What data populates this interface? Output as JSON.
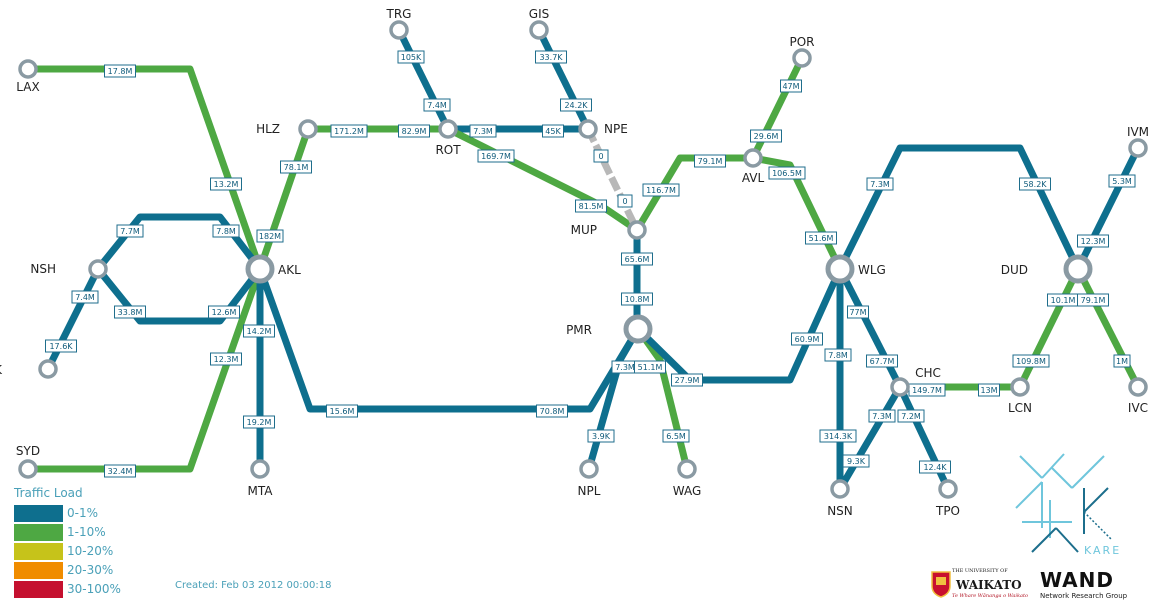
{
  "colors": {
    "load_0_1": "#0e6f8e",
    "load_1_10": "#4ea843",
    "load_10_20": "#c6c31a",
    "load_20_30": "#f08c00",
    "load_30_100": "#c5102f",
    "unknown": "#b8b8b8",
    "node_ring": "#8a9aa3"
  },
  "nodes": [
    {
      "id": "LAX",
      "label": "LAX",
      "size": "small"
    },
    {
      "id": "TRG",
      "label": "TRG",
      "size": "small"
    },
    {
      "id": "GIS",
      "label": "GIS",
      "size": "small"
    },
    {
      "id": "POR",
      "label": "POR",
      "size": "small"
    },
    {
      "id": "IVM",
      "label": "IVM",
      "size": "small"
    },
    {
      "id": "HLZ",
      "label": "HLZ",
      "size": "small"
    },
    {
      "id": "ROT",
      "label": "ROT",
      "size": "small"
    },
    {
      "id": "NPE",
      "label": "NPE",
      "size": "small"
    },
    {
      "id": "AVL",
      "label": "AVL",
      "size": "small"
    },
    {
      "id": "MUP",
      "label": "MUP",
      "size": "small"
    },
    {
      "id": "NSH",
      "label": "NSH",
      "size": "small"
    },
    {
      "id": "AKL",
      "label": "AKL",
      "size": "large"
    },
    {
      "id": "WLG",
      "label": "WLG",
      "size": "large"
    },
    {
      "id": "DUD",
      "label": "DUD",
      "size": "large"
    },
    {
      "id": "PMR",
      "label": "PMR",
      "size": "large"
    },
    {
      "id": "WRK",
      "label": "WRK",
      "size": "small"
    },
    {
      "id": "CHC",
      "label": "CHC",
      "size": "small"
    },
    {
      "id": "LCN",
      "label": "LCN",
      "size": "small"
    },
    {
      "id": "IVC",
      "label": "IVC",
      "size": "small"
    },
    {
      "id": "SYD",
      "label": "SYD",
      "size": "small"
    },
    {
      "id": "MTA",
      "label": "MTA",
      "size": "small"
    },
    {
      "id": "NPL",
      "label": "NPL",
      "size": "small"
    },
    {
      "id": "WAG",
      "label": "WAG",
      "size": "small"
    },
    {
      "id": "NSN",
      "label": "NSN",
      "size": "small"
    },
    {
      "id": "TPO",
      "label": "TPO",
      "size": "small"
    }
  ],
  "links": [
    {
      "id": "lax-akl",
      "load": "load_1_10"
    },
    {
      "id": "syd-akl",
      "load": "load_1_10"
    },
    {
      "id": "hlz-akl",
      "load": "load_1_10"
    },
    {
      "id": "akl-mta",
      "load": "load_0_1"
    },
    {
      "id": "akl-pmr",
      "load": "load_0_1"
    },
    {
      "id": "nsh-akl-top",
      "load": "load_0_1"
    },
    {
      "id": "nsh-akl-bottom",
      "load": "load_0_1"
    },
    {
      "id": "nsh-wrk",
      "load": "load_0_1"
    },
    {
      "id": "hlz-rot",
      "load": "load_1_10"
    },
    {
      "id": "rot-trg",
      "load": "load_0_1"
    },
    {
      "id": "rot-npe",
      "load": "load_0_1"
    },
    {
      "id": "npe-gis",
      "load": "load_0_1"
    },
    {
      "id": "rot-mup",
      "load": "load_1_10"
    },
    {
      "id": "npe-mup",
      "load": "unknown"
    },
    {
      "id": "mup-avl",
      "load": "load_1_10"
    },
    {
      "id": "avl-por",
      "load": "load_1_10"
    },
    {
      "id": "avl-wlg",
      "load": "load_1_10"
    },
    {
      "id": "mup-pmr",
      "load": "load_0_1"
    },
    {
      "id": "pmr-npl",
      "load": "load_0_1"
    },
    {
      "id": "pmr-wag",
      "load": "load_1_10"
    },
    {
      "id": "pmr-wlg",
      "load": "load_0_1"
    },
    {
      "id": "wlg-dud",
      "load": "load_0_1"
    },
    {
      "id": "wlg-nsn",
      "load": "load_0_1"
    },
    {
      "id": "wlg-chc",
      "load": "load_0_1"
    },
    {
      "id": "chc-nsn",
      "load": "load_0_1"
    },
    {
      "id": "chc-tpo",
      "load": "load_0_1"
    },
    {
      "id": "chc-lcn",
      "load": "load_1_10"
    },
    {
      "id": "dud-lcn",
      "load": "load_1_10"
    },
    {
      "id": "dud-ivm",
      "load": "load_0_1"
    },
    {
      "id": "dud-ivc",
      "load": "load_1_10"
    }
  ],
  "labels": [
    "17.8M",
    "13.2M",
    "32.4M",
    "12.3M",
    "78.1M",
    "182M",
    "7.7M",
    "7.8M",
    "33.8M",
    "12.6M",
    "7.4M",
    "17.6K",
    "14.2M",
    "19.2M",
    "15.6M",
    "70.8M",
    "105K",
    "7.4M",
    "171.2M",
    "82.9M",
    "7.3M",
    "45K",
    "169.7M",
    "33.7K",
    "24.2K",
    "0",
    "0",
    "81.5M",
    "47M",
    "29.6M",
    "79.1M",
    "116.7M",
    "106.5M",
    "51.6M",
    "65.6M",
    "10.8M",
    "7.3M",
    "51.1M",
    "27.9M",
    "3.9K",
    "6.5M",
    "60.9M",
    "7.8M",
    "77M",
    "67.7M",
    "314.3K",
    "9.3K",
    "7.3M",
    "7.2M",
    "149.7M",
    "13M",
    "12.4K",
    "7.3M",
    "58.2K",
    "5.3M",
    "12.3M",
    "10.1M",
    "79.1M",
    "109.8M",
    "1M"
  ],
  "legend": {
    "title": "Traffic Load",
    "items": [
      {
        "label": "0-1%",
        "color": "#0e6f8e"
      },
      {
        "label": "1-10%",
        "color": "#4ea843"
      },
      {
        "label": "10-20%",
        "color": "#c6c31a"
      },
      {
        "label": "20-30%",
        "color": "#f08c00"
      },
      {
        "label": "30-100%",
        "color": "#c5102f"
      }
    ]
  },
  "footer": {
    "created": "Created: Feb 03 2012 00:00:18"
  },
  "logos": {
    "karen": "KAREN",
    "waikato_top": "THE UNIVERSITY OF",
    "waikato_name": "WAIKATO",
    "waikato_tag": "Te Whare Wānanga o Waikato",
    "wand_name": "WAND",
    "wand_sub": "Network Research Group"
  }
}
